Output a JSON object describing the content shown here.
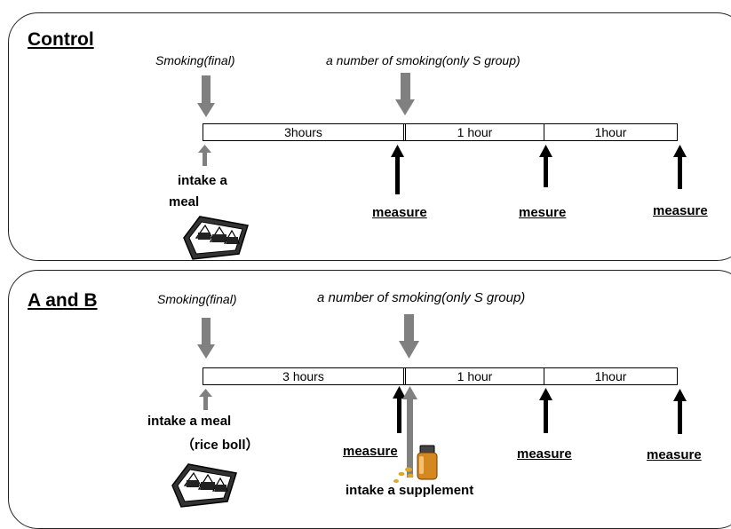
{
  "control": {
    "title": "Control",
    "smoking_final": "Smoking(final)",
    "smoking_number": "a number of smoking(only S group)",
    "segments": [
      "3hours",
      "1 hour",
      "1hour"
    ],
    "intake_line1": "intake a",
    "intake_line2": "meal",
    "measures": [
      "measure",
      "mesure",
      "measure"
    ]
  },
  "ab": {
    "title": "A and B",
    "smoking_final": "Smoking(final)",
    "smoking_number": "a number of smoking(only S group)",
    "segments": [
      "3 hours",
      "1 hour",
      "1hour"
    ],
    "intake_line1": "intake a meal",
    "intake_line2": "（rice boll）",
    "measures": [
      "measure",
      "measure",
      "measure"
    ],
    "supplement": "intake a supplement"
  },
  "colors": {
    "gray_arrow": "#808080",
    "black_arrow": "#000000"
  },
  "icons": [
    "rice-ball-tray-icon",
    "supplement-bottle-icon"
  ]
}
